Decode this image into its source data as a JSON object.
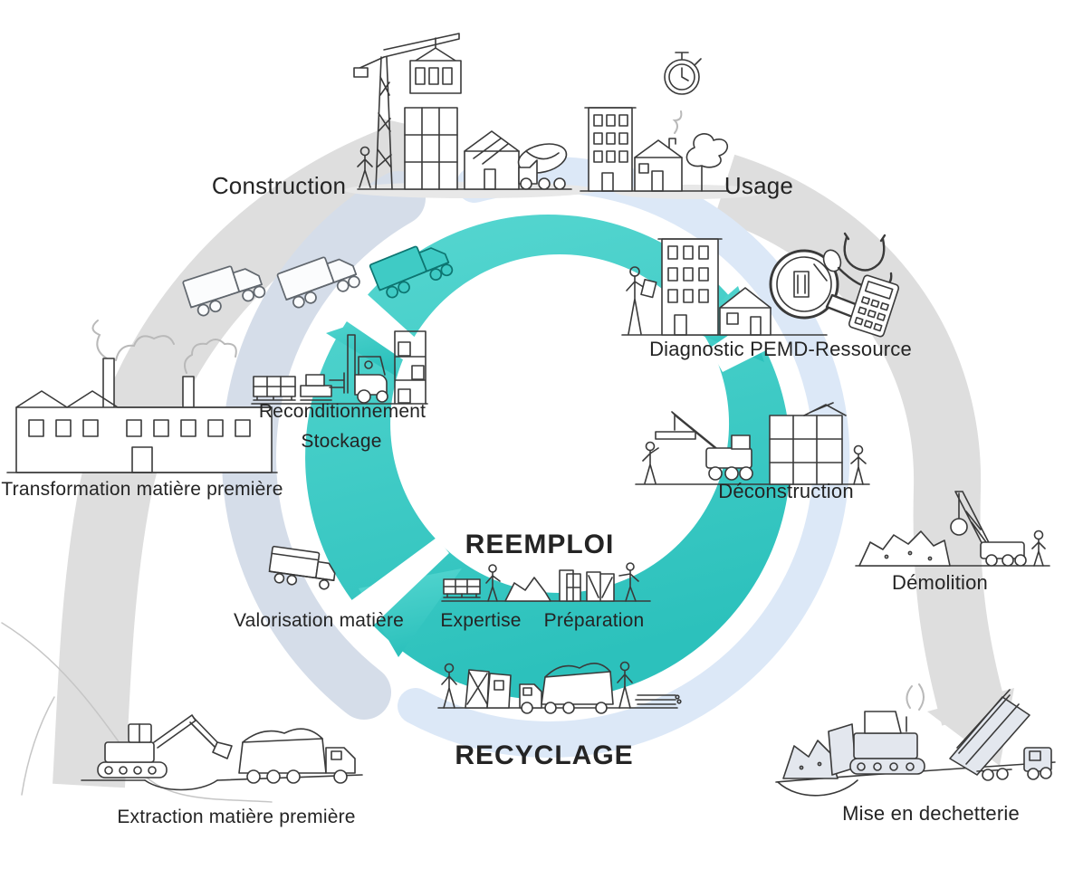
{
  "diagram": {
    "kind": "circular-economy-of-building-materials",
    "flow_direction": "clockwise",
    "center_labels": {
      "reemploi": "REEMPLOI",
      "recyclage": "RECYCLAGE"
    },
    "stages": {
      "construction": "Construction",
      "usage": "Usage",
      "diagnostic": "Diagnostic PEMD-Ressource",
      "deconstruction": "Déconstruction",
      "demolition": "Démolition",
      "mise_en_dechetterie": "Mise en dechetterie",
      "expertise": "Expertise",
      "preparation": "Préparation",
      "reconditionnement": "Reconditionnement",
      "stockage": "Stockage",
      "valorisation": "Valorisation matière",
      "transformation": "Transformation matière première",
      "extraction": "Extraction matière première"
    },
    "colors": {
      "reemploi_ring_light": "#57D7D1",
      "reemploi_ring_dark": "#2CC1BC",
      "pale_blue_ring": "#DCE8F7",
      "blue_gray_ring": "#D5DDE9",
      "gray_band": "#DEDEDE",
      "ink": "#3A3A3A",
      "machine_fill": "#E3E7EE"
    },
    "icons": [
      "tower-crane-icon",
      "building-under-construction-icon",
      "concrete-mixer-truck-icon",
      "apartment-building-icon",
      "house-icon",
      "tree-icon",
      "stopwatch-icon",
      "surveyor-person-icon",
      "magnifying-glass-icon",
      "stethoscope-icon",
      "calculator-icon",
      "crane-with-beam-icon",
      "scaffolded-building-icon",
      "wrecking-ball-crane-icon",
      "rubble-pile-icon",
      "bulldozer-icon",
      "tipping-dump-truck-icon",
      "smoke-icon",
      "salvaged-doors-icon",
      "dump-truck-gravel-icon",
      "stacked-beams-icon",
      "pallet-stack-icon",
      "forklift-icon",
      "storage-rack-icon",
      "factory-icon",
      "box-truck-icon",
      "excavator-icon",
      "semi-trailer-truck-icon"
    ]
  }
}
